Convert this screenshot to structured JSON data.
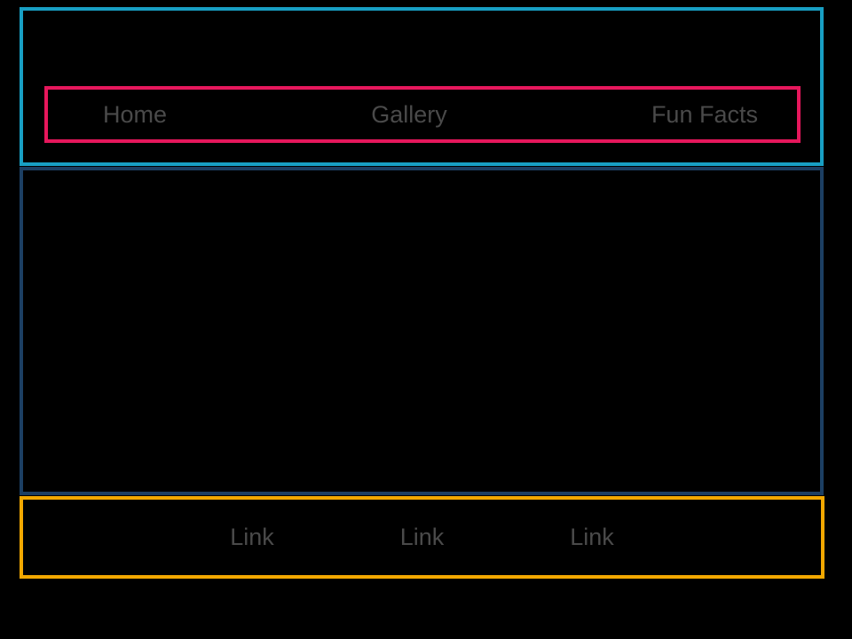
{
  "colors": {
    "background": "#000000",
    "header_border": "#189fc4",
    "nav_border": "#e6175c",
    "main_border": "#1c3f63",
    "footer_border": "#f2a800",
    "text": "#4a4a4a"
  },
  "header": {
    "nav": {
      "items": [
        {
          "label": "Home"
        },
        {
          "label": "Gallery"
        },
        {
          "label": "Fun Facts"
        }
      ]
    }
  },
  "main": {
    "content": ""
  },
  "footer": {
    "links": [
      {
        "label": "Link"
      },
      {
        "label": "Link"
      },
      {
        "label": "Link"
      }
    ]
  }
}
